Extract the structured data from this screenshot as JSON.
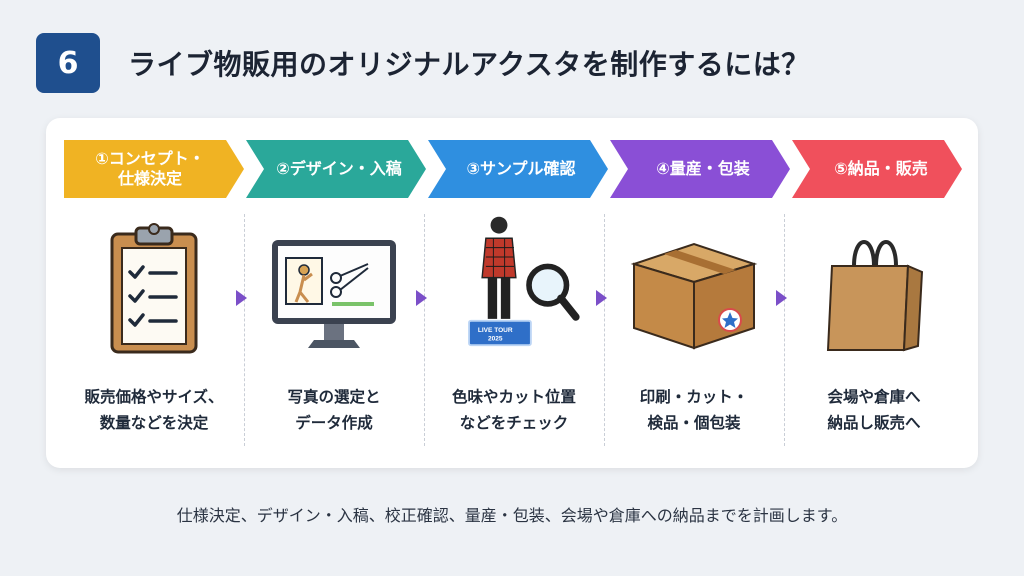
{
  "header": {
    "number": "6",
    "title": "ライブ物販用のオリジナルアクスタを制作するには？"
  },
  "steps": [
    {
      "label_line1": "①コンセプト・",
      "label_line2": "仕様決定",
      "color": "#f0b323",
      "desc_line1": "販売価格やサイズ、",
      "desc_line2": "数量などを決定",
      "icon": "clipboard-checklist-icon"
    },
    {
      "label_line1": "②デザイン・入稿",
      "label_line2": "",
      "color": "#2aa89a",
      "desc_line1": "写真の選定と",
      "desc_line2": "データ作成",
      "icon": "monitor-design-icon"
    },
    {
      "label_line1": "③サンプル確認",
      "label_line2": "",
      "color": "#2f8fe0",
      "desc_line1": "色味やカット位置",
      "desc_line2": "などをチェック",
      "icon": "acrylic-stand-magnifier-icon",
      "stand_text_1": "LIVE TOUR",
      "stand_text_2": "2025"
    },
    {
      "label_line1": "④量産・包装",
      "label_line2": "",
      "color": "#8a4fd6",
      "desc_line1": "印刷・カット・",
      "desc_line2": "検品・個包装",
      "icon": "cardboard-box-icon"
    },
    {
      "label_line1": "⑤納品・販売",
      "label_line2": "",
      "color": "#f0505c",
      "desc_line1": "会場や倉庫へ",
      "desc_line2": "納品し販売へ",
      "icon": "shopping-bag-icon"
    }
  ],
  "footer": {
    "text": "仕様決定、デザイン・入稿、校正確認、量産・包装、会場や倉庫への納品までを計画します。"
  }
}
